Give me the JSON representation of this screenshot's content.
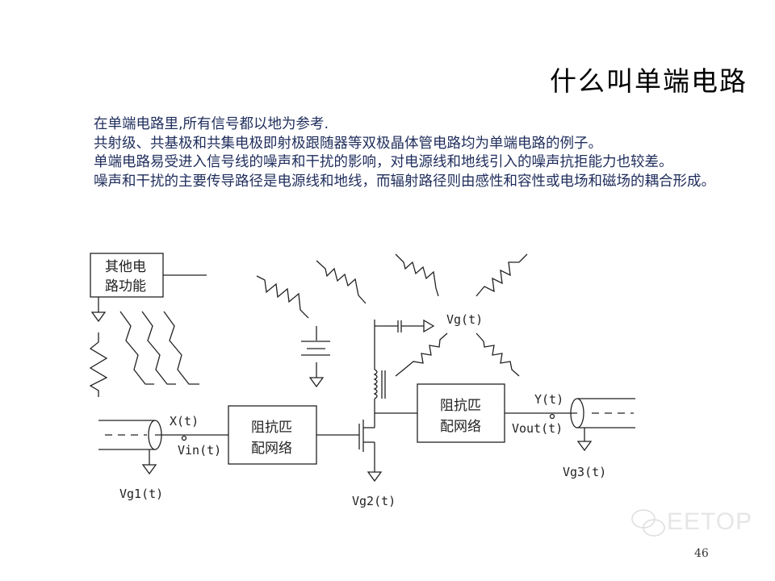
{
  "title": "什么叫单端电路",
  "paragraphs": [
    "在单端电路里,所有信号都以地为参考.",
    "共射级、共基极和共集电极即射极跟随器等双极晶体管电路均为单端电路的例子。",
    "单端电路易受进入信号线的噪声和干扰的影响，对电源线和地线引入的噪声抗拒能力也较差。",
    "噪声和干扰的主要传导路径是电源线和地线，而辐射路径则由感性和容性或电场和磁场的耦合形成。"
  ],
  "diagram": {
    "other_block": [
      "其他电",
      "路功能"
    ],
    "match_block_in": [
      "阻抗匹",
      "配网络"
    ],
    "match_block_out": [
      "阻抗匹",
      "配网络"
    ],
    "labels": {
      "x": "X(t)",
      "vin": "Vin(t)",
      "vg1": "Vg1(t)",
      "vg2": "Vg2(t)",
      "vg": "Vg(t)",
      "y": "Y(t)",
      "vout": "Vout(t)",
      "vg3": "Vg3(t)"
    }
  },
  "page_number": "46",
  "watermark": "EETOP"
}
